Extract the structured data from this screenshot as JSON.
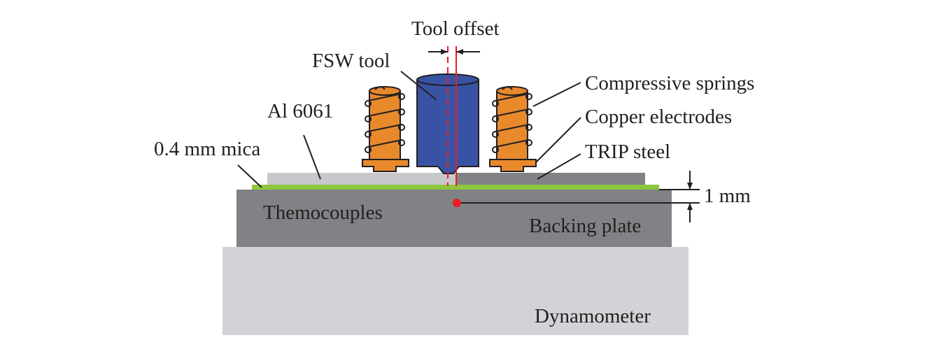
{
  "labels": {
    "tool_offset": "Tool offset",
    "fsw_tool": "FSW tool",
    "compressive_springs": "Compressive springs",
    "copper_electrodes": "Copper electrodes",
    "al_6061": "Al 6061",
    "trip_steel": "TRIP steel",
    "mica": "0.4 mm mica",
    "one_mm": "1 mm",
    "thermocouples": "Themocouples",
    "backing_plate": "Backing plate",
    "dynamometer": "Dynamometer"
  },
  "colors": {
    "dynamometer": "#d2d3d6",
    "backing_plate": "#808285",
    "mica": "#8dc63f",
    "al_6061": "#c7c8ca",
    "trip_steel": "#808285",
    "tool": "#3953a4",
    "electrode": "#e8892c",
    "offset_line": "#ed1c24",
    "thermocouple": "#ed1c24"
  }
}
